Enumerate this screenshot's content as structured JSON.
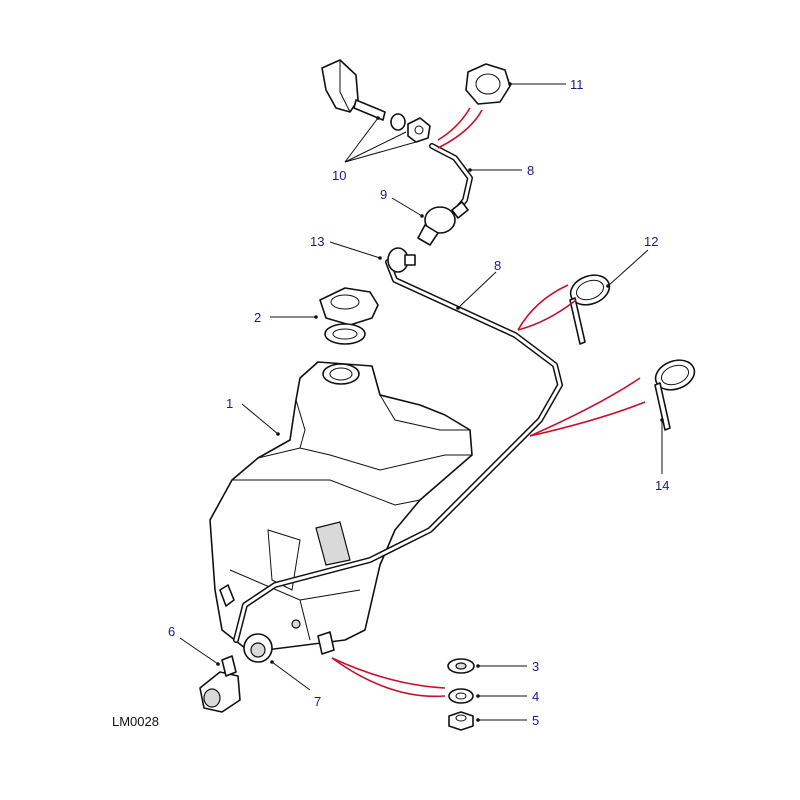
{
  "diagram": {
    "reference_code": "LM0028",
    "callouts": [
      "1",
      "2",
      "3",
      "4",
      "5",
      "6",
      "7",
      "8",
      "8",
      "9",
      "10",
      "11",
      "12",
      "13",
      "14"
    ]
  },
  "colors": {
    "callout_text": "#1a1a8c",
    "leader_red": "#c8102e",
    "outline": "#111111",
    "background": "#ffffff"
  }
}
